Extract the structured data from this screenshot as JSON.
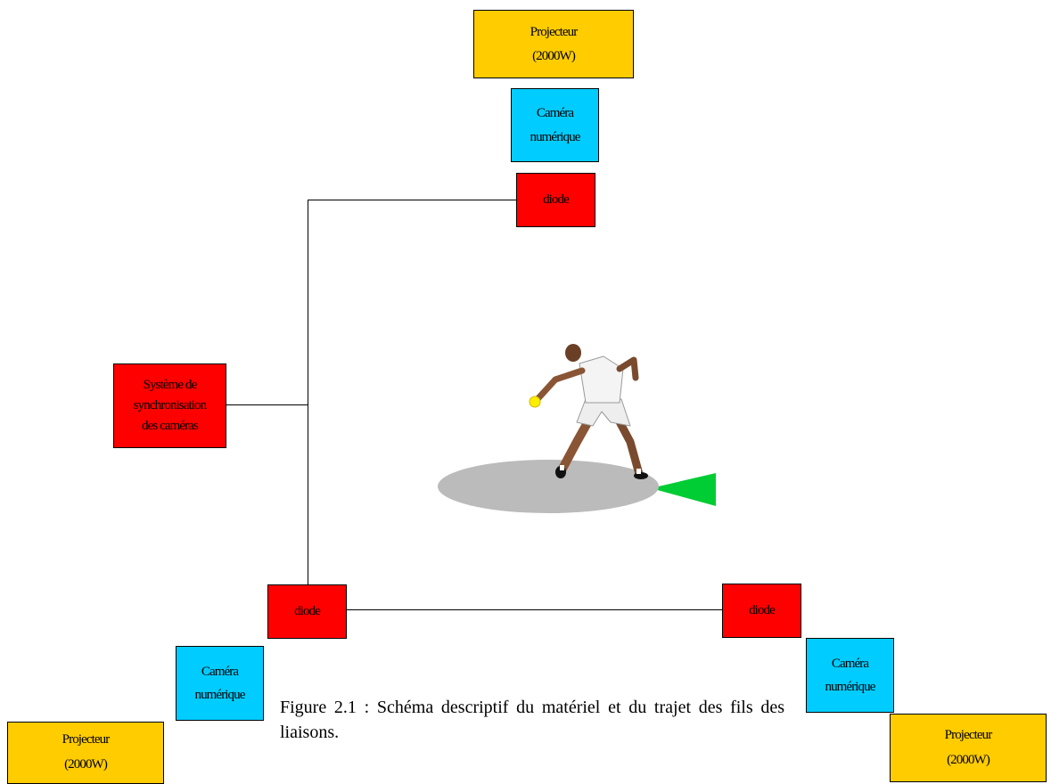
{
  "projector_top": {
    "line1": "Projecteur",
    "line2": "(2000W)"
  },
  "camera_top": {
    "line1": "Caméra",
    "line2": "numérique"
  },
  "diode_top": {
    "label": "diode"
  },
  "sync_system": {
    "line1": "Système de",
    "line2": "synchronisation",
    "line3": "des caméras"
  },
  "diode_left": {
    "label": "diode"
  },
  "diode_right": {
    "label": "diode"
  },
  "camera_left": {
    "line1": "Caméra",
    "line2": "numérique"
  },
  "camera_right": {
    "line1": "Caméra",
    "line2": "numérique"
  },
  "projector_left": {
    "line1": "Projecteur",
    "line2": "(2000W)"
  },
  "projector_right": {
    "line1": "Projecteur",
    "line2": "(2000W)"
  },
  "caption": "Figure 2.1 : Schéma descriptif du matériel et du trajet des fils des liaisons.",
  "colors": {
    "projector": "#ffcc00",
    "camera": "#00ccff",
    "diode": "#ff0000",
    "circle": "#bbbbbb",
    "sector": "#00cc33",
    "ball": "#ffee00"
  }
}
